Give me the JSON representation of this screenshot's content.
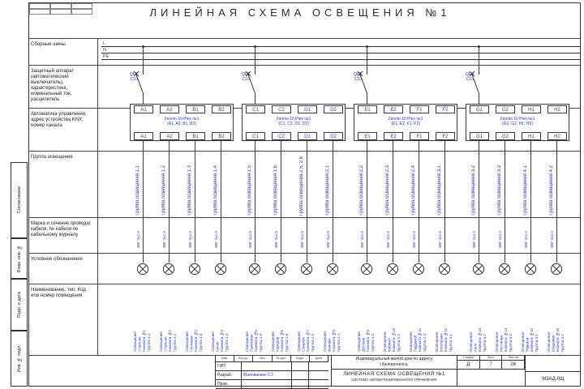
{
  "title": "ЛИНЕЙНАЯ СХЕМА ОСВЕЩЕНИЯ №1",
  "colors": {
    "ink": "#333333",
    "annotation": "#2636c4"
  },
  "buses": {
    "labels": [
      "L",
      "N",
      "PE"
    ]
  },
  "row_labels": [
    "Сборные шины",
    "Защитный аппарат (автоматический выключатель), характеристика, номинальный ток, расцепитель",
    "Автоматика управления, адрес устройства KNX, номер канала",
    "Группа освещения",
    "Марка и сечение провода/кабеля, № кабеля по кабельному журналу",
    "Условное обозначение",
    "Наименование, тип, Код или номер помещения"
  ],
  "clusters": [
    {
      "breaker_name": "QF1",
      "breaker_rating": "C10",
      "device_name": "Zennio 16 Plex №1",
      "device_channels": "(A1, A2, B1, B2)",
      "channels": [
        {
          "tag": "A1",
          "group": "Группа освещения 1.1",
          "cable": "ВВГ 3х1,5",
          "desc": [
            "Освещение",
            "Спальня",
            "Комната №1",
            "Группа 1.1"
          ]
        },
        {
          "tag": "A2",
          "group": "Группа освещения 1.2",
          "cable": "ВВГ 3х1,5",
          "desc": [
            "Освещение",
            "Спальня",
            "Комната №2",
            "Группа 1.2"
          ]
        },
        {
          "tag": "B1",
          "group": "Группа освещения 1.3",
          "cable": "ВВГ 3х1,5",
          "desc": [
            "Освещение",
            "Гостиная",
            "Комната №3",
            "Группа 1.3"
          ]
        },
        {
          "tag": "B2",
          "group": "Группа освещения 1.4",
          "cable": "ВВГ 3х1,5",
          "desc": [
            "Освещение",
            "Кухня",
            "Комната №4",
            "Группа 1.4"
          ]
        }
      ]
    },
    {
      "breaker_name": "QF2",
      "breaker_rating": "C10",
      "device_name": "Zennio 16 Plex №1",
      "device_channels": "(C1, C2, D1, D2)",
      "channels": [
        {
          "tag": "C1",
          "group": "Группа освещения 1.5",
          "cable": "ВВГ 3х1,5",
          "desc": [
            "Освещение",
            "Прихожая",
            "Комната №5",
            "Группа 1.5"
          ]
        },
        {
          "tag": "C2",
          "group": "Группа освещения 1.6",
          "cable": "ВВГ 3х1,5",
          "desc": [
            "Освещение",
            "Коридор",
            "Комната №6",
            "Группа 1.6"
          ]
        },
        {
          "tag": "D1",
          "group": "Группа освещения 2.5, 2.6",
          "cable": "ВВГ 3х1,5",
          "desc": [
            "Освещение",
            "Санузел",
            "Комната №7",
            "Группа 2.5"
          ]
        },
        {
          "tag": "D2",
          "group": "Группа освещения 2.1",
          "cable": "ВВГ 3х1,5",
          "desc": [
            "Освещение",
            "Ванная",
            "Комната №8",
            "Группа 2.1"
          ]
        }
      ]
    },
    {
      "breaker_name": "QF3",
      "breaker_rating": "C10",
      "device_name": "Zennio 16 Plex №1",
      "device_channels": "(E1, E2, F1, F2)",
      "channels": [
        {
          "tag": "E1",
          "group": "Группа освещения 2.2",
          "cable": "ВВГ 3х1,5",
          "desc": [
            "Освещение",
            "Детская",
            "Комната №9",
            "Группа 2.2"
          ]
        },
        {
          "tag": "E2",
          "group": "Группа освещения 2.3",
          "cable": "ВВГ 3х1,5",
          "desc": [
            "Освещение",
            "Кабинет",
            "Комната №10",
            "Группа 2.3"
          ]
        },
        {
          "tag": "F1",
          "group": "Группа освещения 2.4",
          "cable": "ВВГ 3х1,5",
          "desc": [
            "Освещение",
            "Гардероб",
            "Комната №11",
            "Группа 2.4"
          ]
        },
        {
          "tag": "F2",
          "group": "Группа освещения 3.1",
          "cable": "ВВГ 3х1,5",
          "desc": [
            "Освещение",
            "Котельная",
            "Комната №12",
            "Группа 3.1"
          ]
        }
      ]
    },
    {
      "breaker_name": "QF4",
      "breaker_rating": "C10",
      "device_name": "Zennio 16 Plex №1",
      "device_channels": "(G1, G2, H1, H2)",
      "channels": [
        {
          "tag": "G1",
          "group": "Группа освещения 3.2",
          "cable": "ВВГ 3х1,5",
          "desc": [
            "Освещение",
            "Холл",
            "Комната №13",
            "Группа 3.2"
          ]
        },
        {
          "tag": "G2",
          "group": "Группа освещения 3.3",
          "cable": "ВВГ 3х1,5",
          "desc": [
            "Освещение",
            "Лестница",
            "Комната №14",
            "Группа 3.3"
          ]
        },
        {
          "tag": "H1",
          "group": "Группа освещения 4.1",
          "cable": "ВВГ 3х1,5",
          "desc": [
            "Освещение",
            "Терраса",
            "Комната №15",
            "Группа 4.1"
          ]
        },
        {
          "tag": "H2",
          "group": "Группа освещения 4.2",
          "cable": "ВВГ 3х1,5",
          "desc": [
            "Освещение",
            "Кладовая",
            "Комната №16",
            "Группа 4.2"
          ]
        }
      ]
    }
  ],
  "side_strip": [
    "Согласовано",
    "Взам. инв. №",
    "Подп. и дата",
    "Инв. № подл."
  ],
  "title_block": {
    "project_line1": "Индивидуальный жилой дом по адресу",
    "project_line2": "г.Белореченск,",
    "doc_title": "ЛИНЕЙНАЯ СХЕМА ОСВЕЩЕНИЯ №1",
    "system": "СИСТЕМА АВТОМАТИЗИРОВАННОГО УПРАВЛЕНИЯ",
    "code": "М3АД-0Щ",
    "stage_headers": [
      "Стадия",
      "Лист",
      "Листов"
    ],
    "stage": "Д",
    "sheet_no": "7",
    "sheets_total": "26",
    "rev_headers": [
      "Изм.",
      "Кол.уч.",
      "Лист",
      "№ док.",
      "Подп.",
      "Дата"
    ],
    "rows": [
      {
        "role": "ГИП",
        "name": ""
      },
      {
        "role": "Разраб.",
        "name": "Малованкин С.Г."
      },
      {
        "role": "Пров.",
        "name": ""
      }
    ]
  }
}
